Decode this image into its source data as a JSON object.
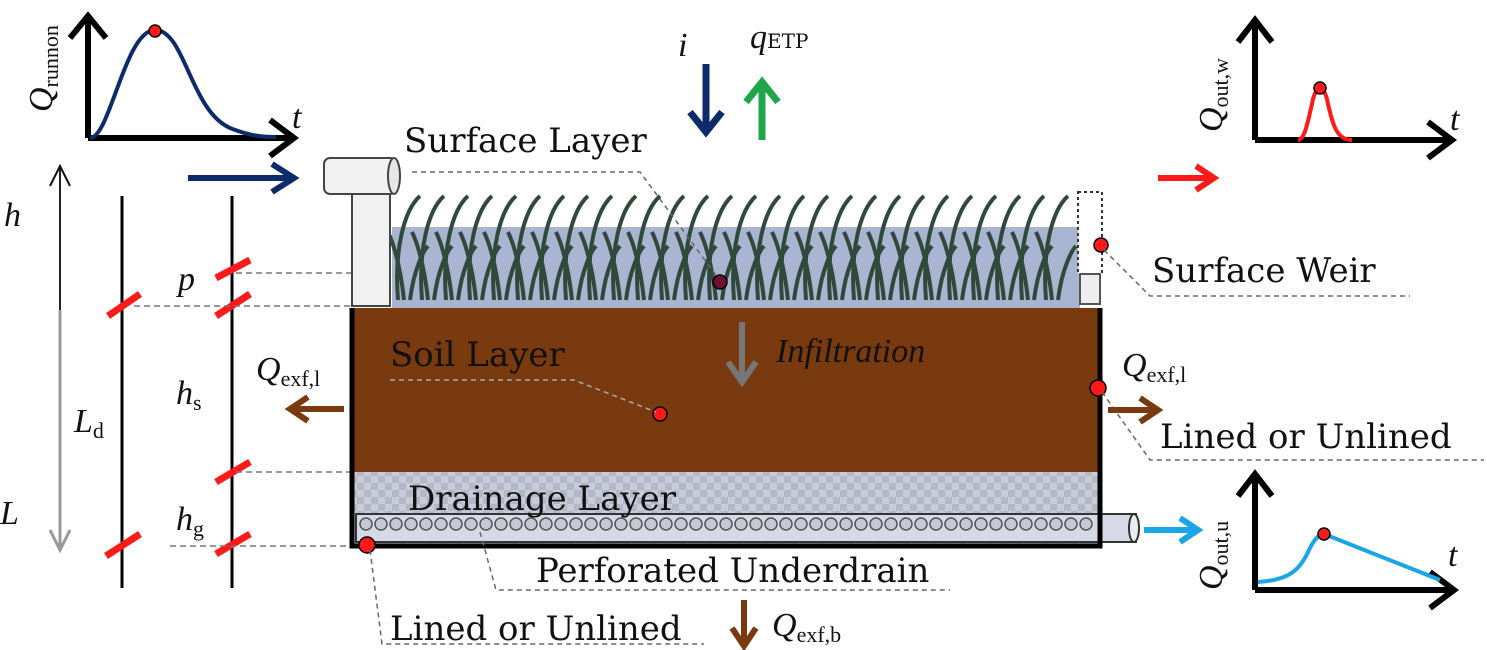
{
  "labels": {
    "surface_layer": "Surface Layer",
    "soil_layer": "Soil Layer",
    "infiltration": "Infiltration",
    "drainage_layer": "Drainage Layer",
    "perforated_underdrain": "Perforated Underdrain",
    "surface_weir": "Surface Weir",
    "lined_right": "Lined or Unlined",
    "lined_bottom": "Lined or Unlined"
  },
  "symbols": {
    "i": "i",
    "q_etp_main": "q",
    "q_etp_sub": "ETP",
    "q_runnon_main": "Q",
    "q_runnon_sub": "runnon",
    "q_out_w_main": "Q",
    "q_out_w_sub": "out,w",
    "q_out_u_main": "Q",
    "q_out_u_sub": "out,u",
    "q_exf_l_left_main": "Q",
    "q_exf_l_left_sub": "exf,l",
    "q_exf_l_right_main": "Q",
    "q_exf_l_right_sub": "exf,l",
    "q_exf_b_main": "Q",
    "q_exf_b_sub": "exf,b",
    "t1": "t",
    "t2": "t",
    "t3": "t",
    "h": "h",
    "L": "L",
    "Ld_main": "L",
    "Ld_sub": "d",
    "p": "p",
    "hs_main": "h",
    "hs_sub": "s",
    "hg_main": "h",
    "hg_sub": "g"
  },
  "colors": {
    "soil": "#7a3a10",
    "ponding": "#a9b4d0",
    "gravel": "#c7cad6",
    "grass": "#2f4a3a",
    "runnon": "#0d2b6b",
    "etp": "#1fa64a",
    "weir_outflow": "#ff1a1a",
    "underdrain_outflow": "#1aa6e6",
    "exfiltration": "#7a3a10",
    "infiltration": "#777777",
    "marker": "#ff1a1a"
  }
}
